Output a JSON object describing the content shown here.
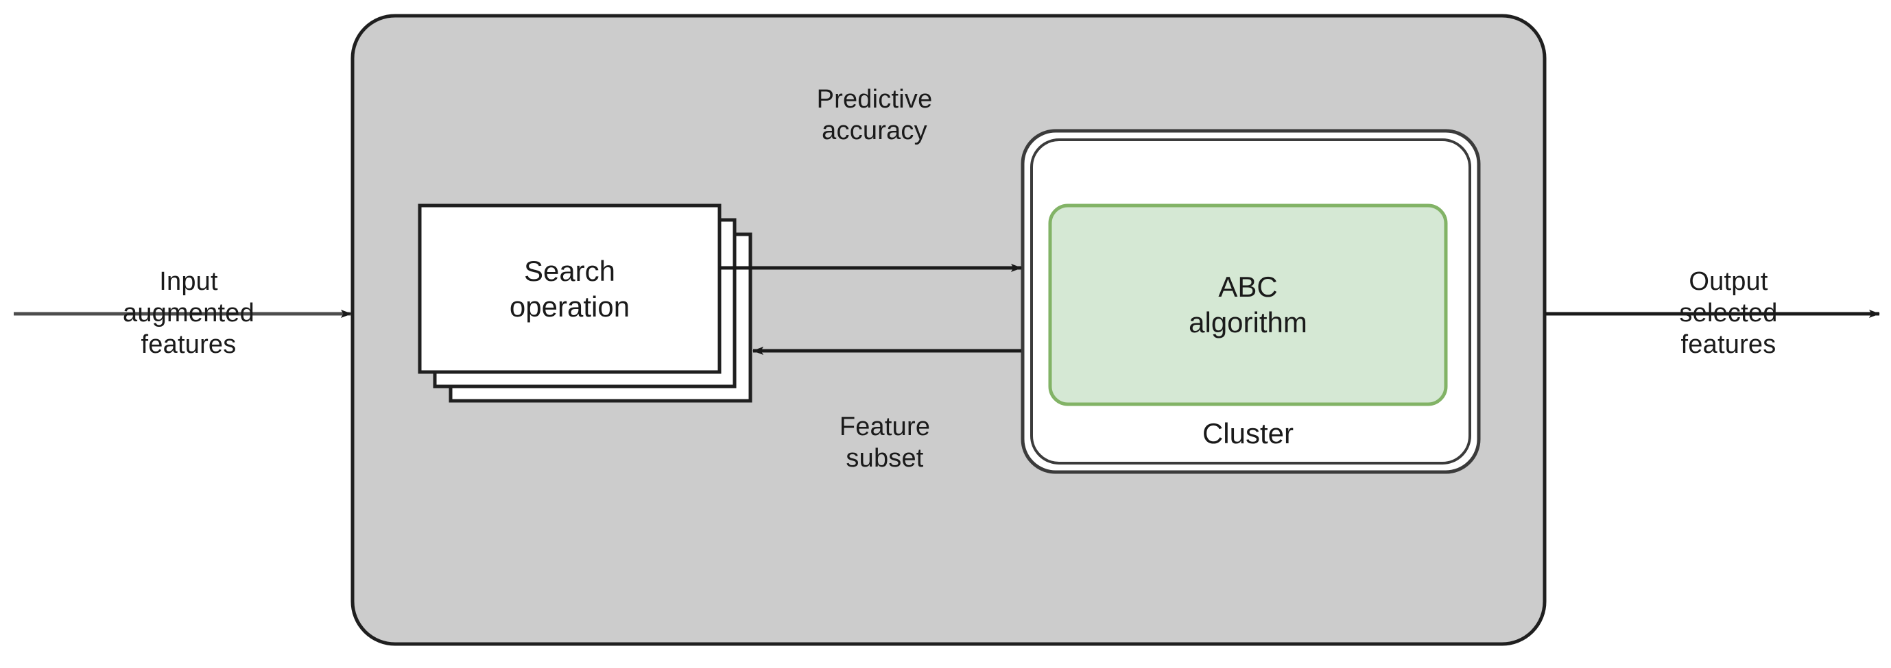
{
  "diagram": {
    "title": "ABC algorithm feature selection wrapper diagram",
    "background_color": "#ffffff",
    "container": {
      "name": "wrapper-container",
      "fill_color": "#cccccc",
      "stroke_color": "#1f1f1f"
    },
    "flows": {
      "input": {
        "label": "Input\naugmented\nfeatures",
        "direction": "right"
      },
      "output": {
        "label": "Output\nselected\nfeatures",
        "direction": "right"
      },
      "forward": {
        "label": "Predictive\naccuracy",
        "direction": "right"
      },
      "feedback": {
        "label": "Feature\nsubset",
        "direction": "left"
      }
    },
    "nodes": {
      "search": {
        "label": "Search\noperation",
        "fill_color": "#ffffff",
        "stroke_color": "#1f1f1f",
        "stack_count": 3
      },
      "cluster": {
        "label": "Cluster",
        "fill_color": "#ffffff",
        "stroke_color": "#1f1f1f"
      },
      "abc": {
        "label": "ABC\nalgorithm",
        "fill_color": "#d5e8d4",
        "stroke_color": "#82b366"
      }
    }
  }
}
